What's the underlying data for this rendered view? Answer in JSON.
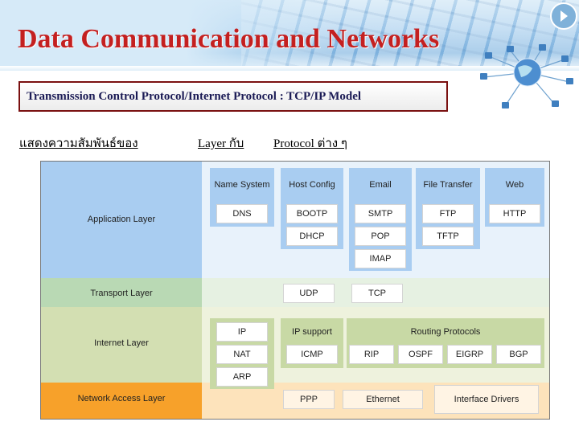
{
  "header": {
    "title": "Data Communication and Networks",
    "subtitle": "Transmission Control Protocol/Internet Protocol  : TCP/IP Model"
  },
  "caption": {
    "part1": "แสดงความสัมพันธ์ของ",
    "part2": "Layer กับ",
    "part3": "Protocol ต่าง ๆ"
  },
  "diagram": {
    "layers": {
      "application": "Application Layer",
      "transport": "Transport Layer",
      "internet": "Internet Layer",
      "network_access": "Network Access Layer"
    },
    "application": {
      "name_system": {
        "title": "Name System",
        "items": [
          "DNS"
        ]
      },
      "host_config": {
        "title": "Host Config",
        "items": [
          "BOOTP",
          "DHCP"
        ]
      },
      "email": {
        "title": "Email",
        "items": [
          "SMTP",
          "POP",
          "IMAP"
        ]
      },
      "file_transfer": {
        "title": "File Transfer",
        "items": [
          "FTP",
          "TFTP"
        ]
      },
      "web": {
        "title": "Web",
        "items": [
          "HTTP"
        ]
      }
    },
    "transport": [
      "UDP",
      "TCP"
    ],
    "internet": {
      "ip_group": [
        "IP",
        "NAT",
        "ARP"
      ],
      "ip_support": {
        "title": "IP support",
        "items": [
          "ICMP"
        ]
      },
      "routing": {
        "title": "Routing Protocols",
        "items": [
          "RIP",
          "OSPF",
          "EIGRP",
          "BGP"
        ]
      }
    },
    "network_access": [
      "PPP",
      "Ethernet",
      "Interface Drivers"
    ]
  },
  "colors": {
    "title_red": "#c42020",
    "app_band": "#a9cdf1",
    "transport_band": "#b9d9b4",
    "internet_band": "#d3dfb2",
    "network_access_band": "#f7a12a"
  }
}
